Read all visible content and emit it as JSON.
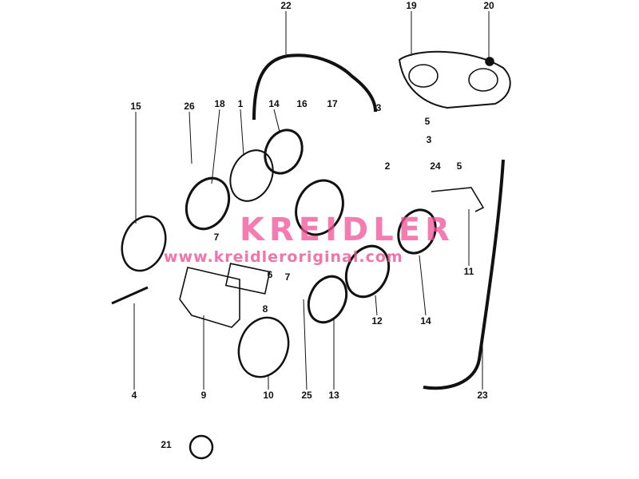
{
  "watermark": {
    "brand": "KREIDLER",
    "url": "www.kreidleroriginal.com"
  },
  "labels": [
    "22",
    "19",
    "20",
    "15",
    "26",
    "18",
    "1",
    "14",
    "16",
    "17",
    "3",
    "5",
    "3",
    "2",
    "24",
    "5",
    "7",
    "6",
    "7",
    "8",
    "11",
    "12",
    "14",
    "4",
    "9",
    "10",
    "25",
    "13",
    "23",
    "21"
  ]
}
